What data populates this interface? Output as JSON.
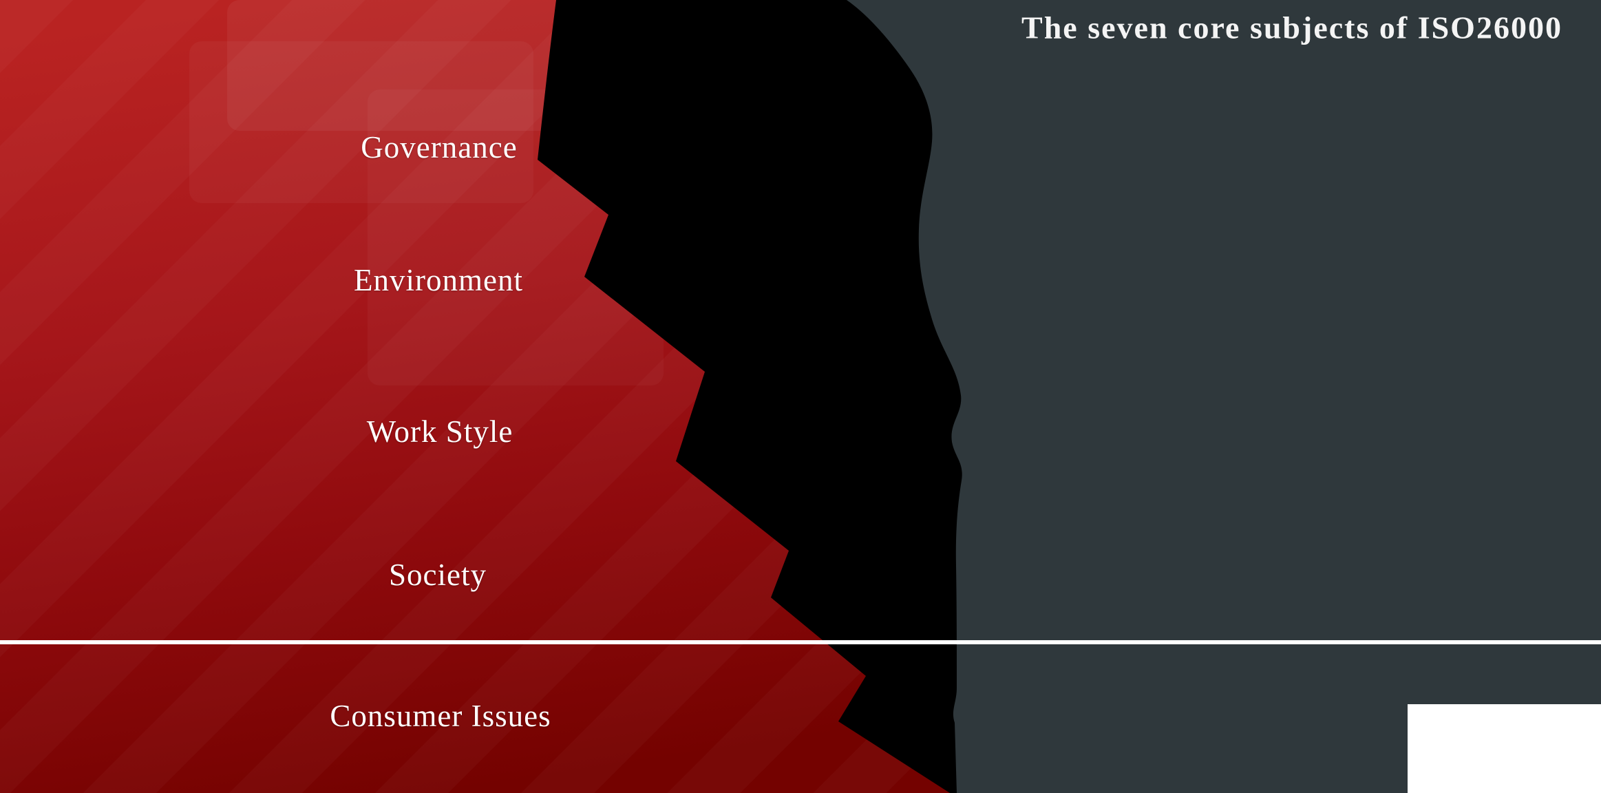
{
  "title": "The seven core subjects of ISO26000",
  "steps": [
    {
      "label": "Governance"
    },
    {
      "label": "Environment"
    },
    {
      "label": "Work Style"
    },
    {
      "label": "Society"
    },
    {
      "label": "Consumer Issues"
    }
  ],
  "colors": {
    "red_top": "#b92322",
    "red_mid": "#a5161a",
    "red_deep": "#8f0a0d",
    "red_bottom": "#740200",
    "shadow": "#000000",
    "panel": "#2f383c",
    "divider": "#ffffff",
    "corner": "#ffffff",
    "label_text": "#ffffff",
    "title_text": "#f4f4f4"
  }
}
